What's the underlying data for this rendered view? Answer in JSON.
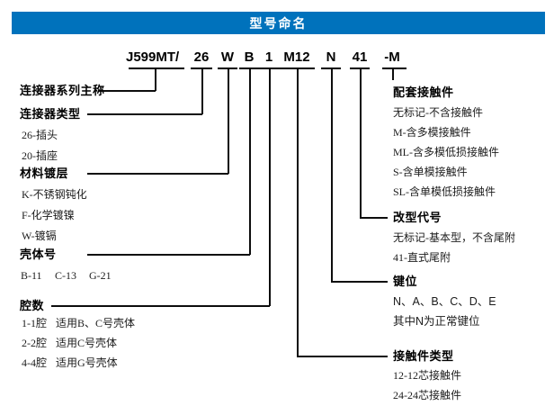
{
  "header": {
    "title": "型号命名",
    "bar_color": "#0072BC"
  },
  "part_number": {
    "segments": [
      "J599MT/",
      "26",
      "W",
      "B",
      "1",
      "M12",
      "N",
      "41",
      "-M"
    ]
  },
  "left": {
    "series_label": "连接器系列主称",
    "groups": [
      {
        "label": "连接器类型",
        "items": [
          "26-插头",
          "20-插座"
        ]
      },
      {
        "label": "材料镀层",
        "items": [
          "K-不锈钢钝化",
          "F-化学镀镍",
          "W-镀镉"
        ]
      },
      {
        "label": "壳体号",
        "items": [
          "B-11",
          "C-13",
          "G-21"
        ]
      },
      {
        "label": "腔数",
        "codes": [
          "1-1腔",
          "2-2腔",
          "4-4腔"
        ],
        "descs": [
          "适用B、C号壳体",
          "适用C号壳体",
          "适用G号壳体"
        ]
      }
    ]
  },
  "right": {
    "groups": [
      {
        "label": "配套接触件",
        "items": [
          "无标记-不含接触件",
          "M-含多模接触件",
          "ML-含多模低损接触件",
          "S-含单模接触件",
          "SL-含单模低损接触件"
        ]
      },
      {
        "label": "改型代号",
        "items": [
          "无标记-基本型，不含尾附",
          "41-直式尾附"
        ]
      },
      {
        "label": "键位",
        "items": [
          "N、A、B、C、D、E",
          "其中N为正常键位"
        ]
      },
      {
        "label": "接触件类型",
        "items": [
          "12-12芯接触件",
          "24-24芯接触件"
        ]
      }
    ]
  }
}
